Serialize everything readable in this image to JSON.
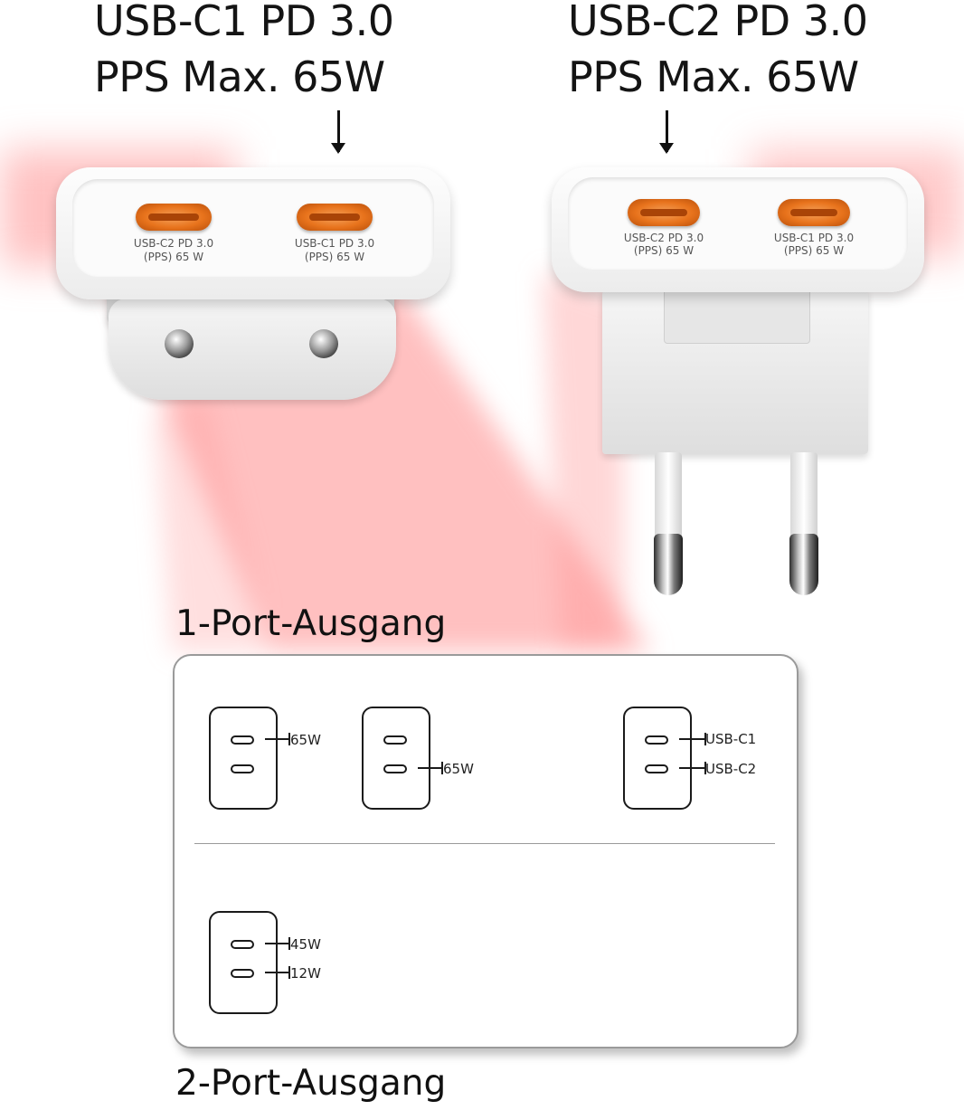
{
  "headings": {
    "left_line1": "USB-C1 PD 3.0",
    "left_line2": "PPS Max. 65W",
    "right_line1": "USB-C2 PD 3.0",
    "right_line2": "PPS Max. 65W"
  },
  "chargers": {
    "left": {
      "port1": {
        "line1": "USB-C2 PD 3.0",
        "line2": "(PPS) 65 W"
      },
      "port2": {
        "line1": "USB-C1 PD 3.0",
        "line2": "(PPS) 65 W"
      }
    },
    "right": {
      "port1": {
        "line1": "USB-C2 PD 3.0",
        "line2": "(PPS) 65 W"
      },
      "port2": {
        "line1": "USB-C1 PD 3.0",
        "line2": "(PPS) 65 W"
      }
    }
  },
  "sections": {
    "one_port": "1-Port-Ausgang",
    "two_port": "2-Port-Ausgang"
  },
  "diagrams": {
    "single_top": "65W",
    "single_bottom": "65W",
    "legend_top": "USB-C1",
    "legend_bottom": "USB-C2",
    "dual_top": "45W",
    "dual_bottom": "12W"
  },
  "colors": {
    "glow": "#ff8a8a",
    "port_orange": "#e8731c",
    "text": "#111111"
  }
}
